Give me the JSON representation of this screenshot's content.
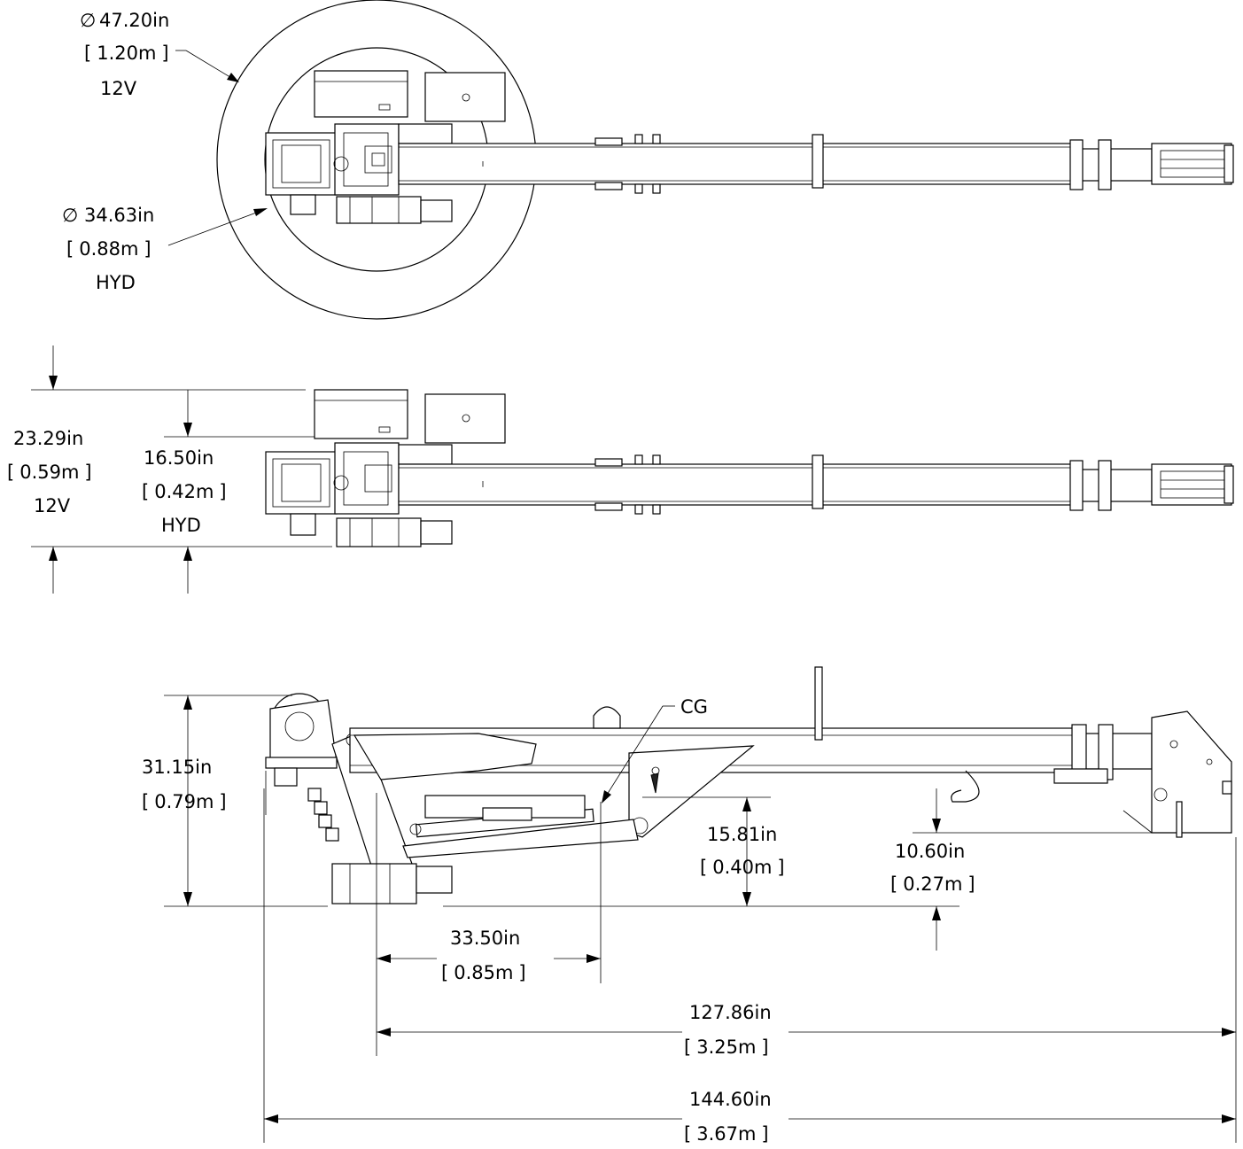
{
  "colors": {
    "ink": "#000000",
    "paper": "#ffffff"
  },
  "top_view": {
    "outer_circle": {
      "dia_symbol": "∅",
      "dia_in": "47.20in",
      "dia_m": "1.20m",
      "tag": "12V"
    },
    "inner_circle": {
      "dia_symbol": "∅",
      "dia_in": "34.63in",
      "dia_m": "0.88m",
      "tag": "HYD"
    }
  },
  "front_view": {
    "height_12v": {
      "in": "23.29in",
      "m": "0.59m",
      "tag": "12V"
    },
    "height_hyd": {
      "in": "16.50in",
      "m": "0.42m",
      "tag": "HYD"
    }
  },
  "side_view": {
    "height": {
      "in": "31.15in",
      "m": "0.79m"
    },
    "cg_label": "CG",
    "cg_height": {
      "in": "15.81in",
      "m": "0.40m"
    },
    "tip_height": {
      "in": "10.60in",
      "m": "0.27m"
    },
    "cg_distance": {
      "in": "33.50in",
      "m": "0.85m"
    },
    "reach": {
      "in": "127.86in",
      "m": "3.25m"
    },
    "overall_length": {
      "in": "144.60in",
      "m": "3.67m"
    }
  }
}
